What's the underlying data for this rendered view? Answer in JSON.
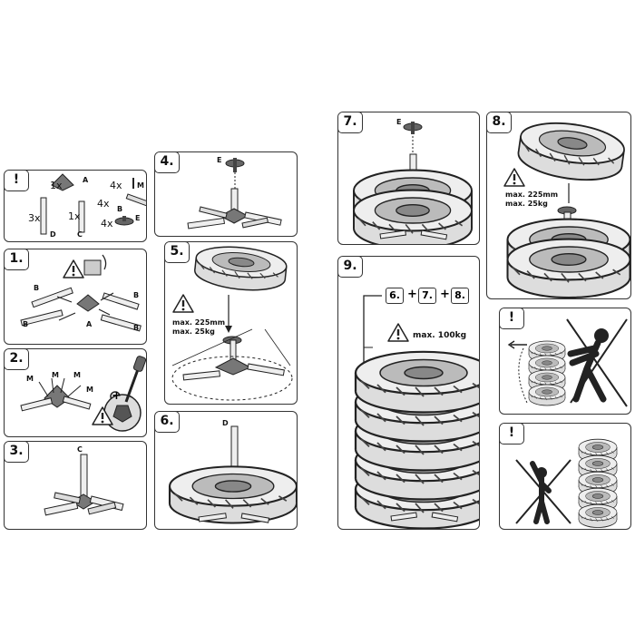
{
  "panels": {
    "parts": {
      "step": "!",
      "items": [
        {
          "qty": "1x",
          "label": "A"
        },
        {
          "qty": "4x",
          "label": "M"
        },
        {
          "qty": "4x",
          "label": "B"
        },
        {
          "qty": "3x",
          "label": "D"
        },
        {
          "qty": "1x",
          "label": "C"
        },
        {
          "qty": "4x",
          "label": "E"
        }
      ]
    },
    "p1": {
      "step": "1.",
      "labels": [
        "B",
        "B",
        "B",
        "A",
        "B"
      ]
    },
    "p2": {
      "step": "2.",
      "labels": [
        "M",
        "M",
        "M",
        "M"
      ],
      "plus": "+"
    },
    "p3": {
      "step": "3.",
      "labels": [
        "C"
      ]
    },
    "p4": {
      "step": "4.",
      "labels": [
        "E"
      ]
    },
    "p5": {
      "step": "5.",
      "warning": [
        "max. 225mm",
        "max. 25kg"
      ]
    },
    "p6": {
      "step": "6.",
      "labels": [
        "D"
      ]
    },
    "p7": {
      "step": "7.",
      "labels": [
        "E"
      ]
    },
    "p8": {
      "step": "8.",
      "warning": [
        "max. 225mm",
        "max. 25kg"
      ]
    },
    "p9": {
      "step": "9.",
      "sequence": [
        "6.",
        "+",
        "7.",
        "+",
        "8."
      ],
      "warning": "max. 100kg"
    },
    "warn1": {
      "step": "!"
    },
    "warn2": {
      "step": "!"
    }
  },
  "icons": [
    "warning-triangle-icon",
    "screwdriver-icon",
    "tire-icon",
    "person-pushing-icon",
    "child-icon",
    "cross-out-icon"
  ]
}
